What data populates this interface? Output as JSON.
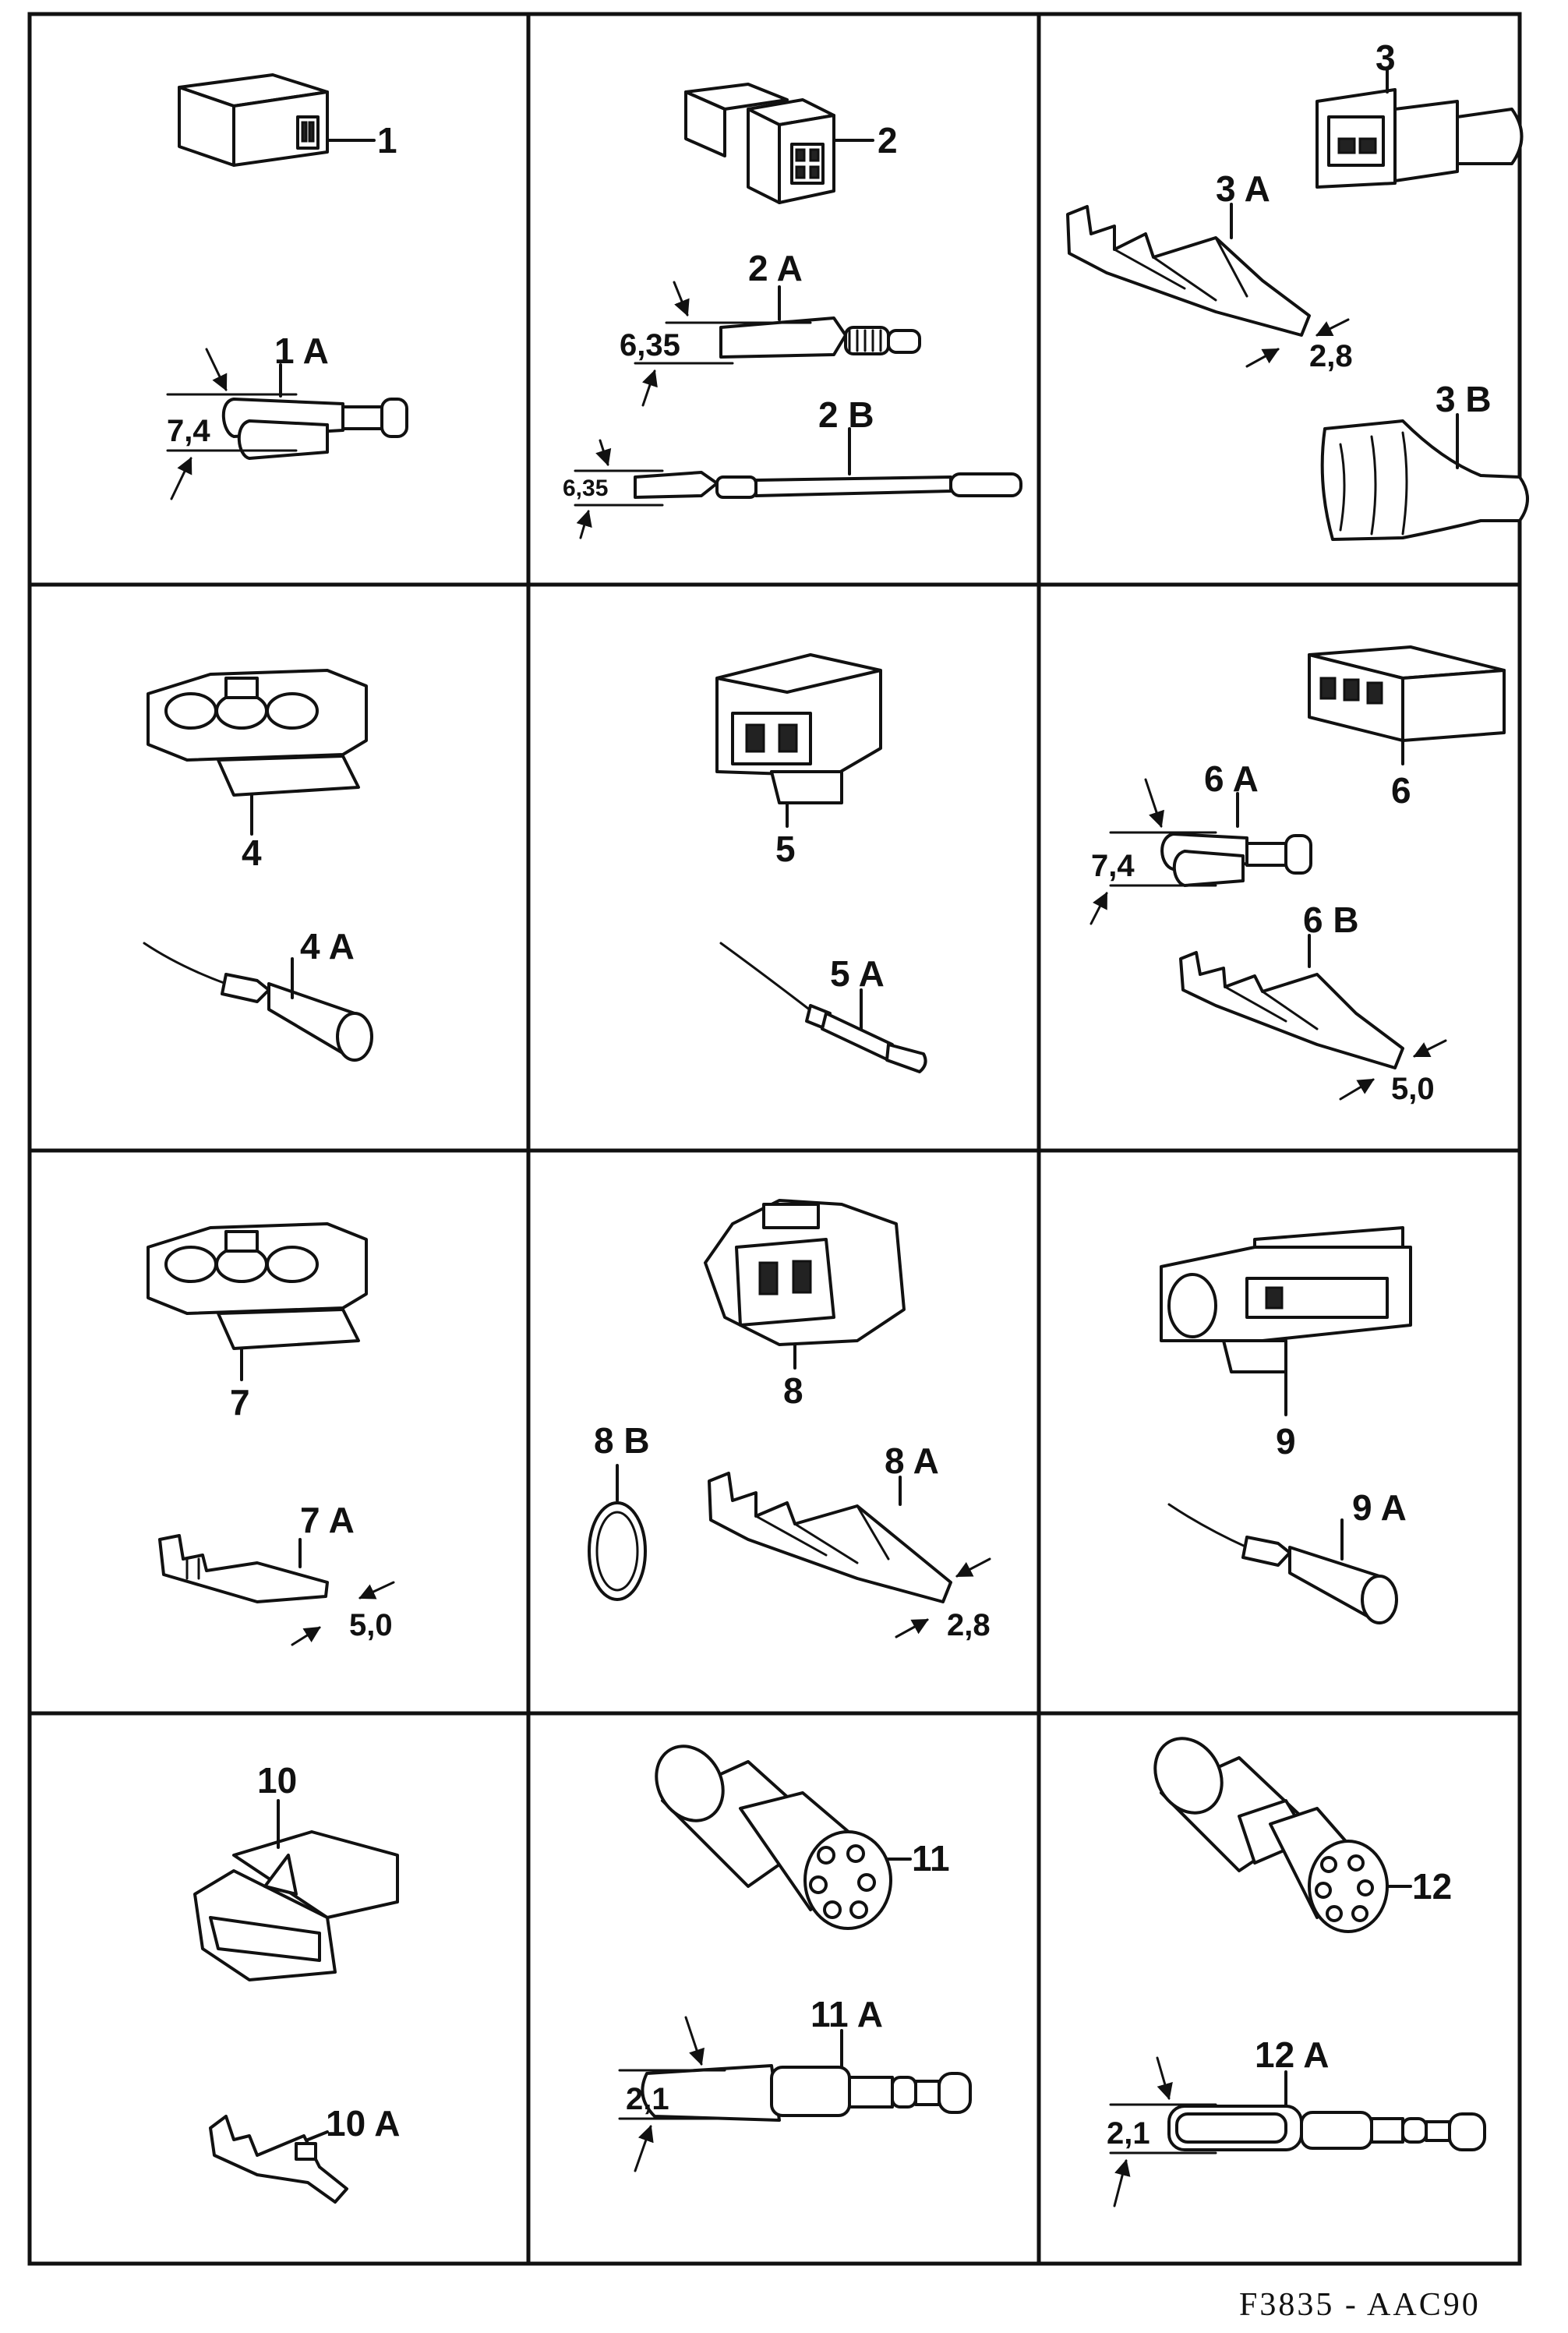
{
  "figure_code": "F3835 - AAC90",
  "labels": {
    "c1": "1",
    "c1a": "1 A",
    "d1a": "7,4",
    "c2": "2",
    "c2a": "2 A",
    "d2a": "6,35",
    "c2b": "2 B",
    "d2b": "6,35",
    "c3": "3",
    "c3a": "3 A",
    "d3a": "2,8",
    "c3b": "3 B",
    "c4": "4",
    "c4a": "4 A",
    "c5": "5",
    "c5a": "5 A",
    "c6": "6",
    "c6a": "6 A",
    "d6a": "7,4",
    "c6b": "6 B",
    "d6b": "5,0",
    "c7": "7",
    "c7a": "7 A",
    "d7a": "5,0",
    "c8": "8",
    "c8a": "8 A",
    "d8a": "2,8",
    "c8b": "8 B",
    "c9": "9",
    "c9a": "9 A",
    "c10": "10",
    "c10a": "10 A",
    "c11": "11",
    "c11a": "11 A",
    "d11a": "2,1",
    "c12": "12",
    "c12a": "12 A",
    "d12a": "2,1"
  }
}
